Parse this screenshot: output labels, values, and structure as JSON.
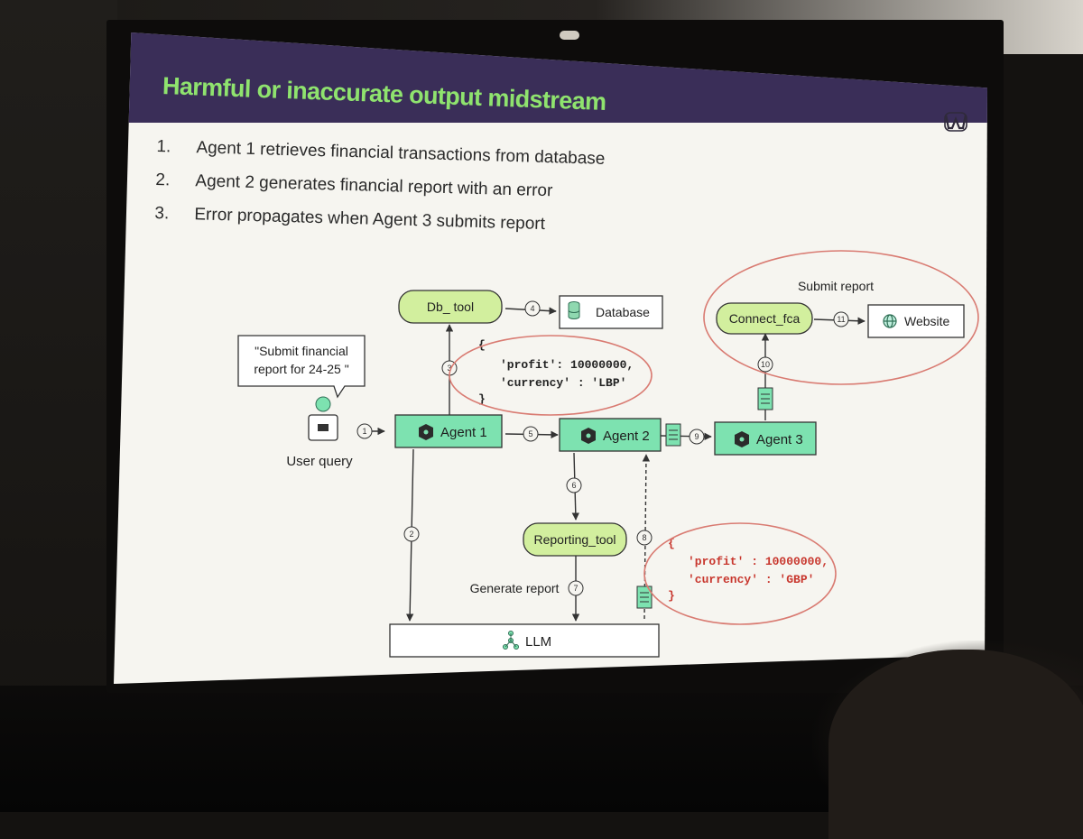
{
  "slide": {
    "title": "Harmful or inaccurate output midstream",
    "steps": [
      {
        "num": "1.",
        "text": "Agent 1 retrieves financial transactions from database"
      },
      {
        "num": "2.",
        "text": "Agent 2 generates financial report with an error"
      },
      {
        "num": "3.",
        "text": "Error propagates when Agent 3 submits report"
      }
    ]
  },
  "diagram": {
    "nodes": {
      "db_tool": "Db_ tool",
      "database": "Database",
      "connect_fca": "Connect_fca",
      "website": "Website",
      "agent1": "Agent 1",
      "agent2": "Agent 2",
      "agent3": "Agent 3",
      "reporting_tool": "Reporting_tool",
      "llm": "LLM"
    },
    "labels": {
      "user_query_bubble_line1": "\"Submit financial",
      "user_query_bubble_line2": "report for 24-25 \"",
      "user_query": "User query",
      "submit_report": "Submit report",
      "generate_report": "Generate report"
    },
    "step_markers": [
      "1",
      "2",
      "3",
      "4",
      "5",
      "6",
      "7",
      "8",
      "9",
      "10",
      "11"
    ],
    "json_correct": {
      "open": "{",
      "line1": "'profit': 10000000,",
      "line2": "'currency' : 'LBP'",
      "close": "}"
    },
    "json_error": {
      "open": "{",
      "line1": "'profit' : 10000000,",
      "line2": "'currency' : 'GBP'",
      "close": "}"
    }
  },
  "colors": {
    "header_bg": "#3a2e58",
    "title_green": "#8fe36e",
    "agent_fill": "#7de2b0",
    "tool_fill": "#d2ef9e",
    "highlight_circle": "#d97b72",
    "error_red": "#c8372e"
  },
  "icons": [
    "database-icon",
    "globe-icon",
    "agent-hex-icon",
    "document-icon",
    "llm-network-icon",
    "user-laptop-icon",
    "brand-logo-icon"
  ]
}
